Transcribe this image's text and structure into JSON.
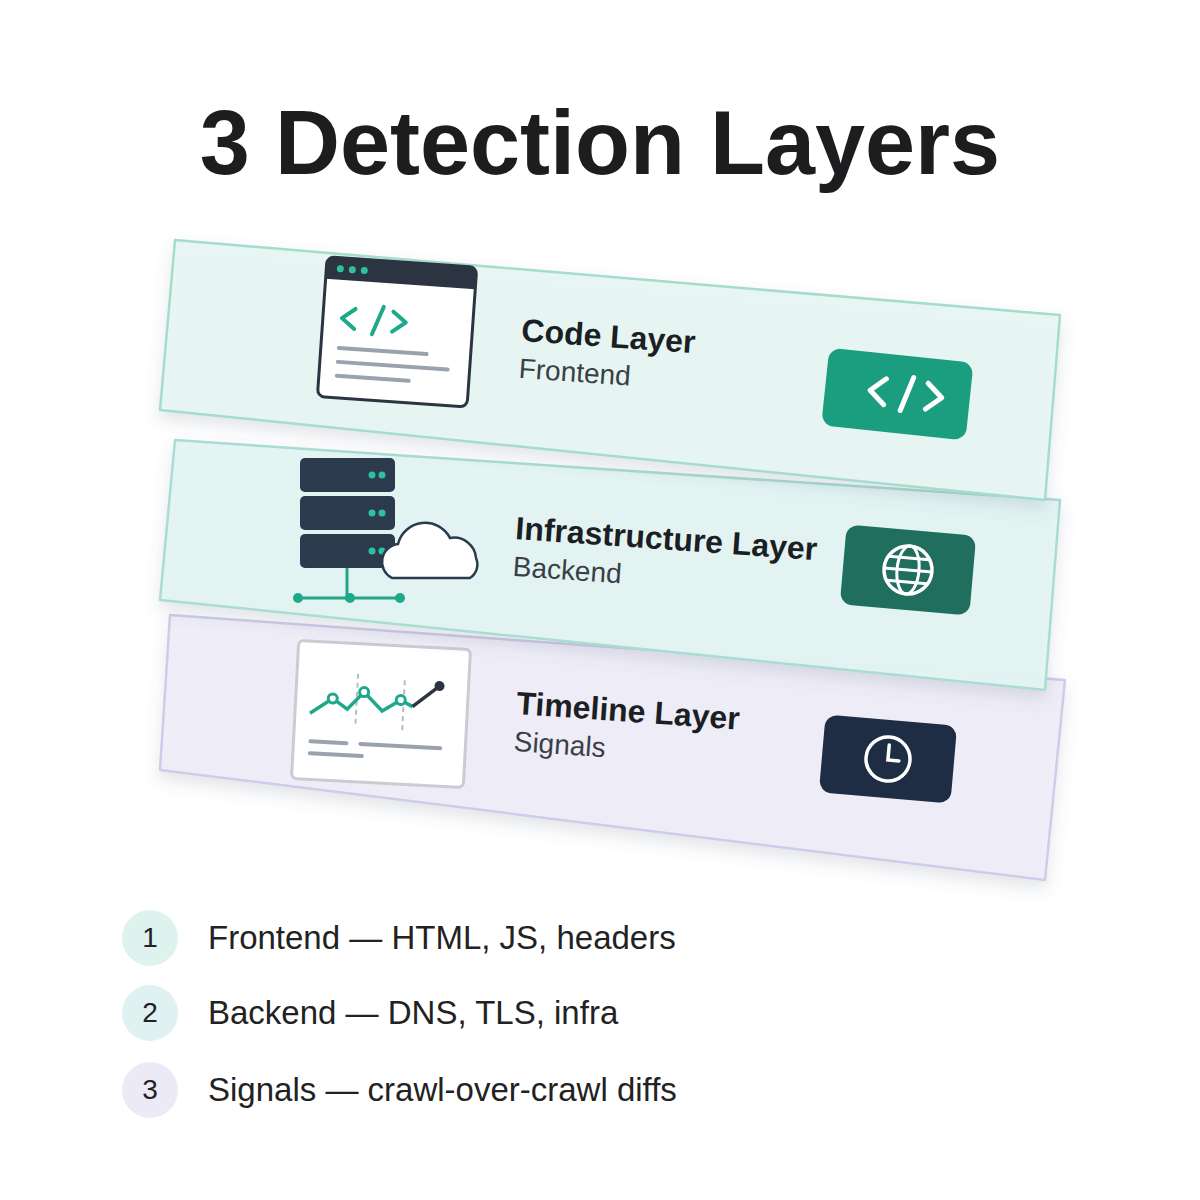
{
  "diagram": {
    "title": "3 Detection Layers",
    "nodes": [
      {
        "text": [
          "Code Layer",
          "Frontend"
        ]
      },
      {
        "text": [
          "Infrastructure Layer",
          "Backend"
        ]
      },
      {
        "text": [
          "Timeline Layer",
          "Signals"
        ]
      },
      {
        "text": [
          "1"
        ]
      },
      {
        "text": [
          "2"
        ]
      },
      {
        "text": [
          "3"
        ]
      }
    ],
    "labels": [
      "Frontend — HTML, JS, headers",
      "Backend — DNS, TLS, infra",
      "Signals — crawl-over-crawl diffs"
    ]
  }
}
